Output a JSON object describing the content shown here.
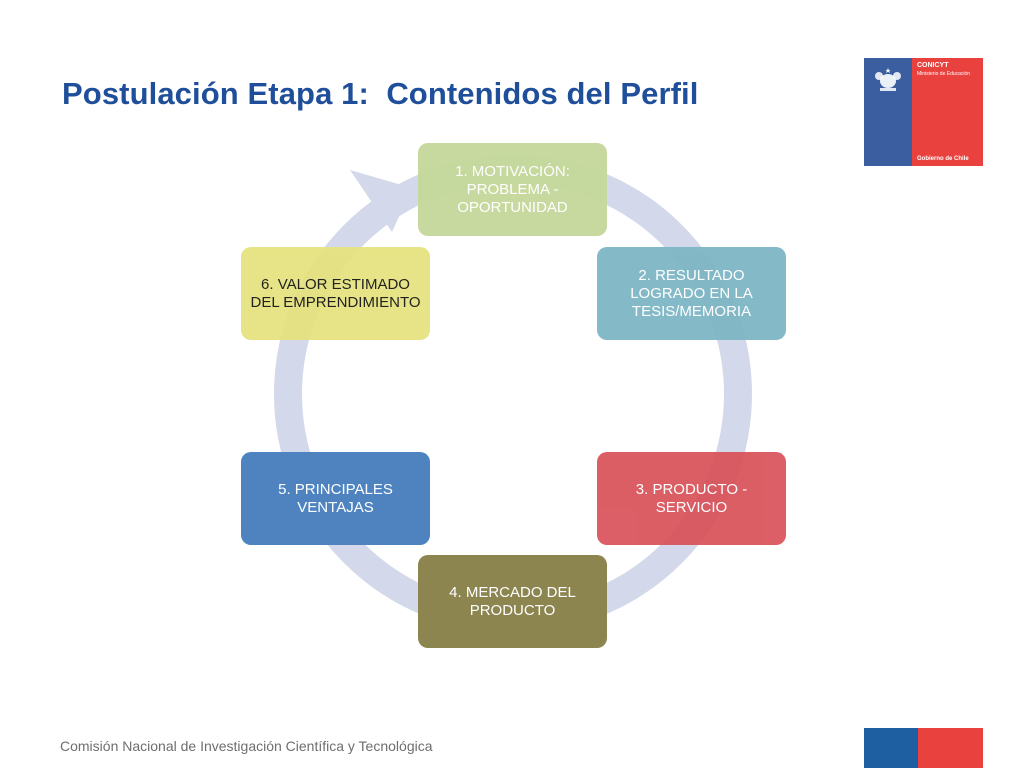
{
  "slide": {
    "title": "Postulación Etapa 1:  Contenidos del Perfil"
  },
  "logo": {
    "name": "CONICYT",
    "subtitle": "Ministerio de Educación",
    "footer": "Gobierno de Chile",
    "colors": {
      "blue": "#3a5ea0",
      "red": "#e8413e"
    }
  },
  "diagram": {
    "ring_color": "#d3d9ea",
    "nodes": [
      {
        "label": "1. MOTIVACIÓN: PROBLEMA - OPORTUNIDAD",
        "color": "#c5d89b"
      },
      {
        "label": "2. RESULTADO LOGRADO EN LA TESIS/MEMORIA",
        "color": "#7fb7c5"
      },
      {
        "label": "3. PRODUCTO - SERVICIO",
        "color": "#d9525a"
      },
      {
        "label": "4. MERCADO DEL PRODUCTO",
        "color": "#8c8550"
      },
      {
        "label": "5. PRINCIPALES VENTAJAS",
        "color": "#4e83c0"
      },
      {
        "label": "6. VALOR ESTIMADO DEL EMPRENDIMIENTO",
        "color": "#e5e27d"
      }
    ]
  },
  "footer": {
    "text": "Comisión Nacional de Investigación Científica y Tecnológica",
    "colors": {
      "blue": "#1d5fa0",
      "red": "#e8413e"
    }
  }
}
